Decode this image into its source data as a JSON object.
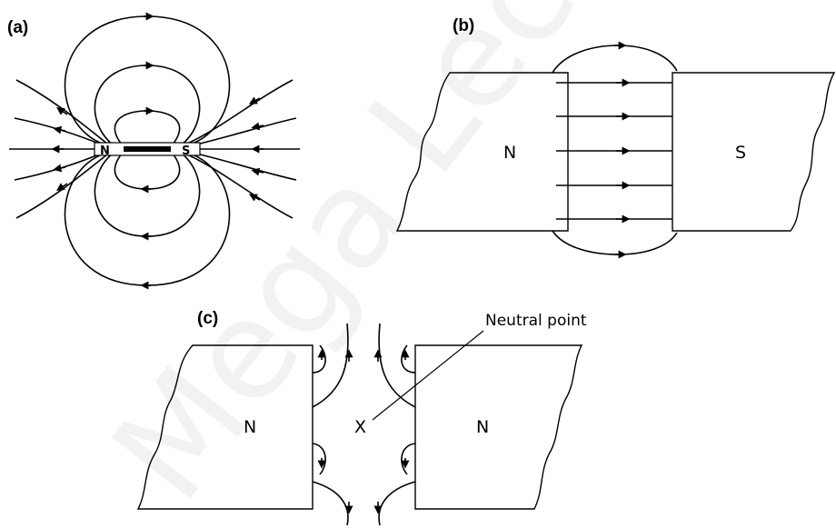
{
  "watermark": "Mega Lecture",
  "panels": {
    "a": {
      "label": "(a)",
      "magnet": {
        "north": "N",
        "south": "S"
      }
    },
    "b": {
      "label": "(b)",
      "left_pole": "N",
      "right_pole": "S"
    },
    "c": {
      "label": "(c)",
      "left_pole": "N",
      "right_pole": "N",
      "point_marker": "X",
      "annotation": "Neutral point"
    }
  }
}
